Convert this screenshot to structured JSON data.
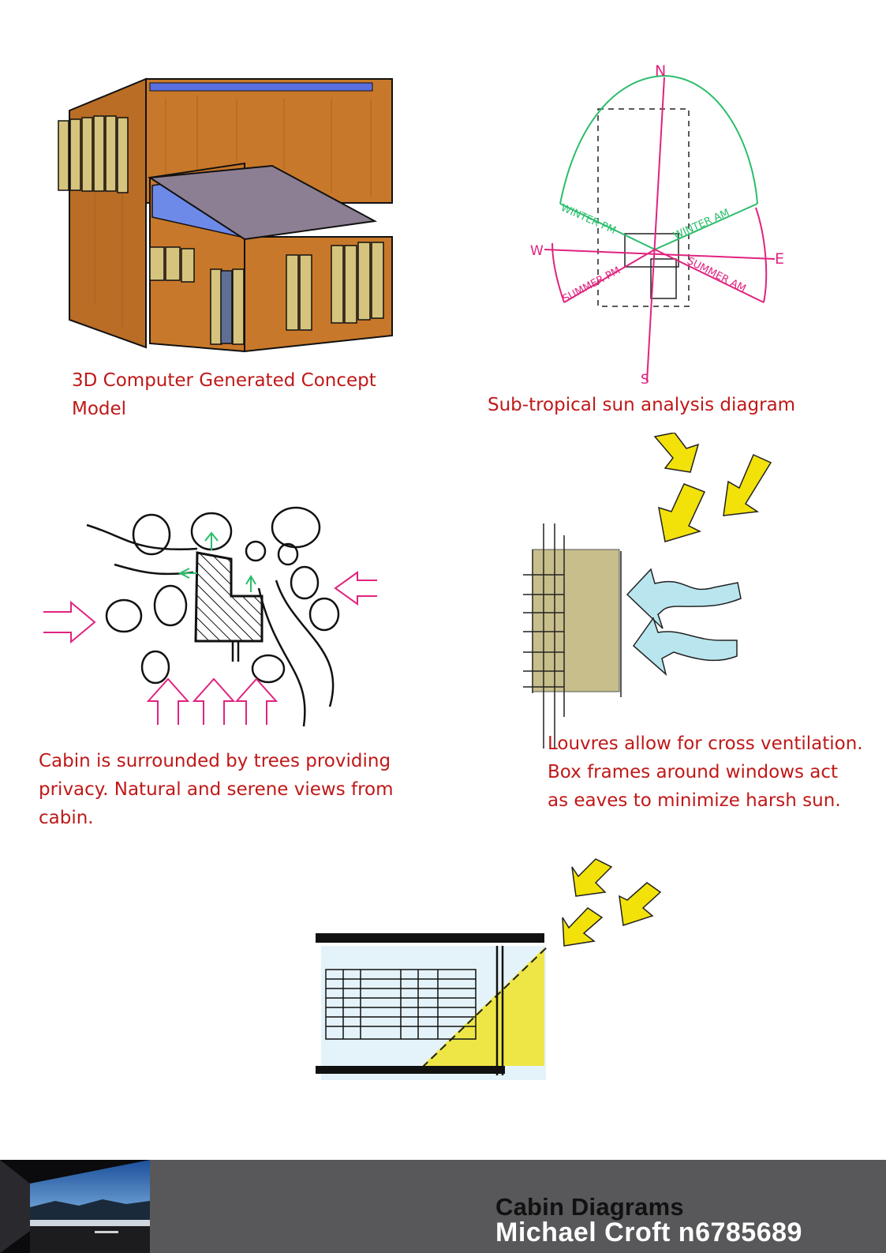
{
  "captions": {
    "model": [
      "3D Computer Generated Concept",
      "Model"
    ],
    "sun": [
      "Sub-tropical sun analysis diagram"
    ],
    "trees": [
      "Cabin is surrounded by trees providing",
      "privacy. Natural and serene views from",
      "cabin."
    ],
    "louvres": [
      "Louvres allow for cross ventilation.",
      "Box frames around windows act",
      "as eaves to minimize harsh sun."
    ]
  },
  "compass": {
    "n": "N",
    "s": "S",
    "e": "E",
    "w": "W"
  },
  "sun_paths": {
    "winter_pm": "WINTER PM",
    "winter_am": "WINTER AM",
    "summer_pm": "SUMMER PM",
    "summer_am": "SUMMER AM"
  },
  "footer": {
    "title": "Cabin Diagrams",
    "name": "Michael Croft n6785689"
  },
  "colors": {
    "caption": "#c01818",
    "wood": "#c8782a",
    "roof": "#8d7f93",
    "skylight": "#5a6fe0",
    "winter_path": "#2bbd6b",
    "summer_path": "#e0237f",
    "sun_arrow": "#f2e20a",
    "wind_arrow": "#b9e6ee",
    "footer_bg": "#58585b"
  },
  "icons": [
    "sun-arrow-icon",
    "wind-arrow-icon",
    "breeze-arrow-icon",
    "tree-icon"
  ]
}
